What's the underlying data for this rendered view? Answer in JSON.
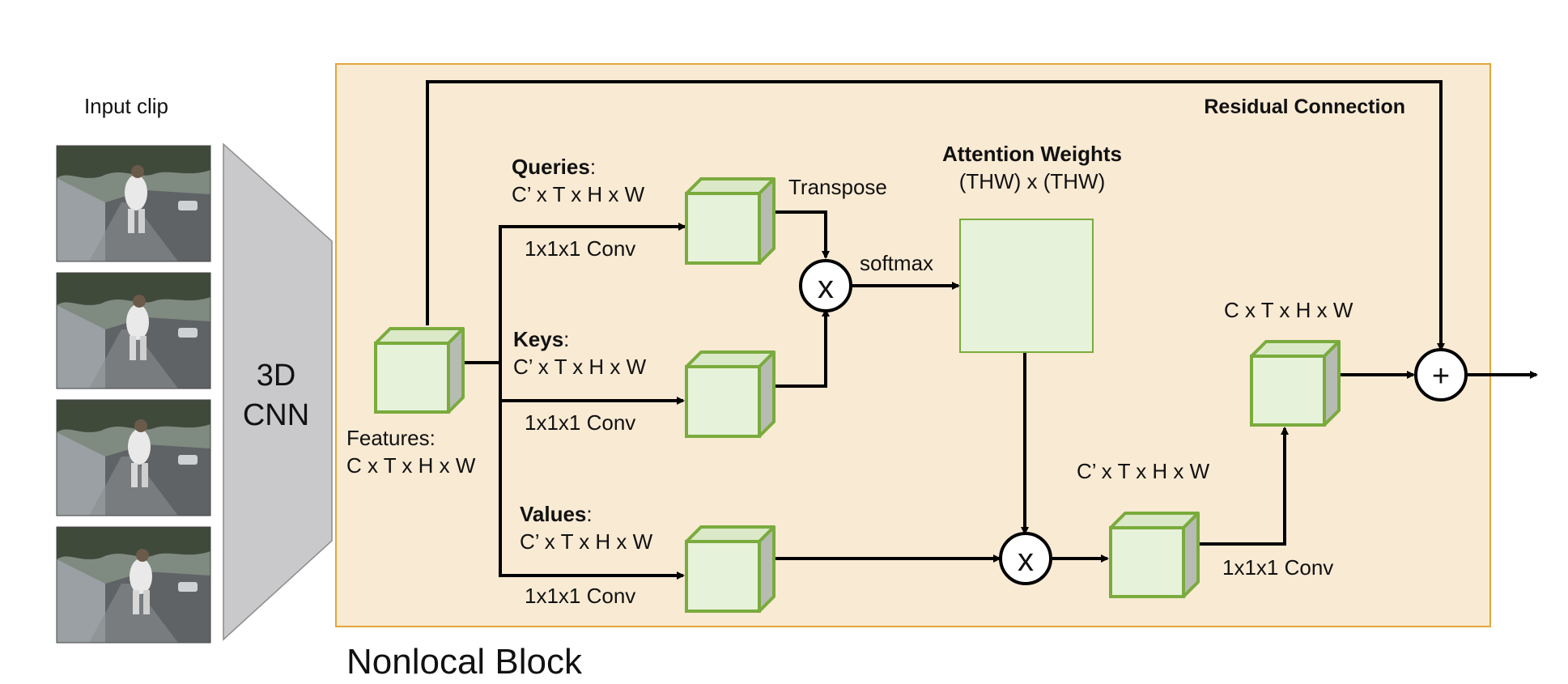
{
  "input": {
    "title": "Input clip",
    "frame_count": 4,
    "colors": {
      "sky": "#7f8a80",
      "trees": "#3f4a3b",
      "wall": "#9aa0a3",
      "road": "#5f6366",
      "runner": "#e9e9e9"
    }
  },
  "cnn": {
    "line1": "3D",
    "line2": "CNN",
    "color": "#c9c9cb"
  },
  "block": {
    "title": "Nonlocal Block",
    "background": "#f9ead3",
    "border_color": "#e3a63a",
    "residual_label": "Residual Connection",
    "features": {
      "label": "Features:",
      "dims": "C x T x H x W"
    },
    "queries": {
      "label": "Queries",
      "colon": ":",
      "dims": "C’ x T x H x W",
      "conv": "1x1x1 Conv",
      "transpose": "Transpose"
    },
    "keys": {
      "label": "Keys",
      "colon": ":",
      "dims": "C’ x T x H x W",
      "conv": "1x1x1 Conv"
    },
    "values": {
      "label": "Values",
      "colon": ":",
      "dims": "C’ x T x H x W",
      "conv": "1x1x1 Conv"
    },
    "softmax": "softmax",
    "attention": {
      "title": "Attention Weights",
      "dims": "(THW) x (THW)"
    },
    "weighted": {
      "dims": "C’ x T x H x W",
      "conv": "1x1x1 Conv"
    },
    "output": {
      "dims": "C x T x H x W"
    },
    "multiply_symbol": "x",
    "add_symbol": "+",
    "cube_colors": {
      "front": "#e7f2da",
      "top": "#dbe9c8",
      "side": "#b7bcb3",
      "edge": "#7aab3d"
    }
  }
}
